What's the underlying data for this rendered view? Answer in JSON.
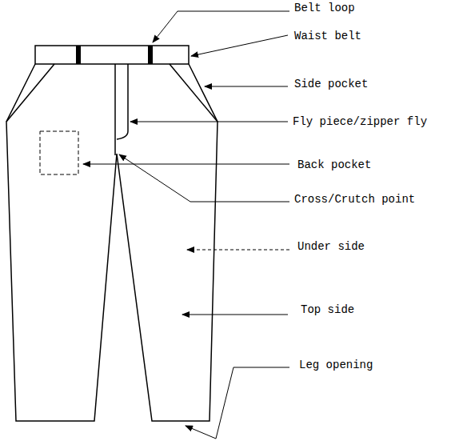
{
  "diagram": {
    "labels": [
      "Belt loop",
      "Waist belt",
      "Side pocket",
      "Fly piece/zipper fly",
      "Back pocket",
      "Cross/Crutch point",
      "Under side",
      "Top side",
      "Leg opening"
    ]
  }
}
